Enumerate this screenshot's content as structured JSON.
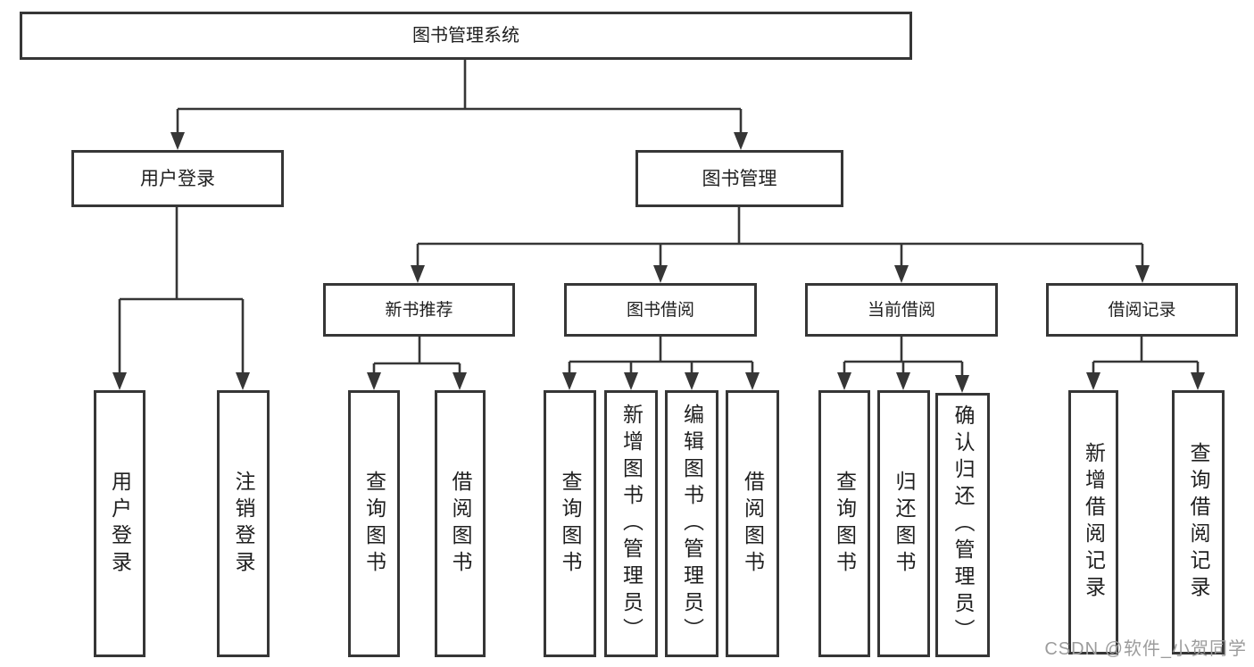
{
  "diagram_title": "图书管理系统",
  "nodes": {
    "root": "图书管理系统",
    "l2": [
      "用户登录",
      "图书管理"
    ],
    "l3": [
      "新书推荐",
      "图书借阅",
      "当前借阅",
      "借阅记录"
    ],
    "l4": [
      "用户登录",
      "注销登录",
      "查询图书",
      "借阅图书",
      "查询图书",
      "新增图书（管理员）",
      "编辑图书（管理员）",
      "借阅图书",
      "查询图书",
      "归还图书",
      "确认归还（管理员）",
      "新增借阅记录",
      "查询借阅记录"
    ]
  },
  "hierarchy": {
    "用户登录": [
      "用户登录",
      "注销登录"
    ],
    "图书管理": [
      "新书推荐",
      "图书借阅",
      "当前借阅",
      "借阅记录"
    ],
    "新书推荐": [
      "查询图书",
      "借阅图书"
    ],
    "图书借阅": [
      "查询图书",
      "新增图书（管理员）",
      "编辑图书（管理员）",
      "借阅图书"
    ],
    "当前借阅": [
      "查询图书",
      "归还图书",
      "确认归还（管理员）"
    ],
    "借阅记录": [
      "新增借阅记录",
      "查询借阅记录"
    ]
  },
  "watermark": {
    "text": "CSDN @软件_小贺同学"
  },
  "colors": {
    "line": "#363636",
    "box_background": "#ffffff",
    "text": "#1f1f1f",
    "watermark": "#9c9c9c"
  }
}
